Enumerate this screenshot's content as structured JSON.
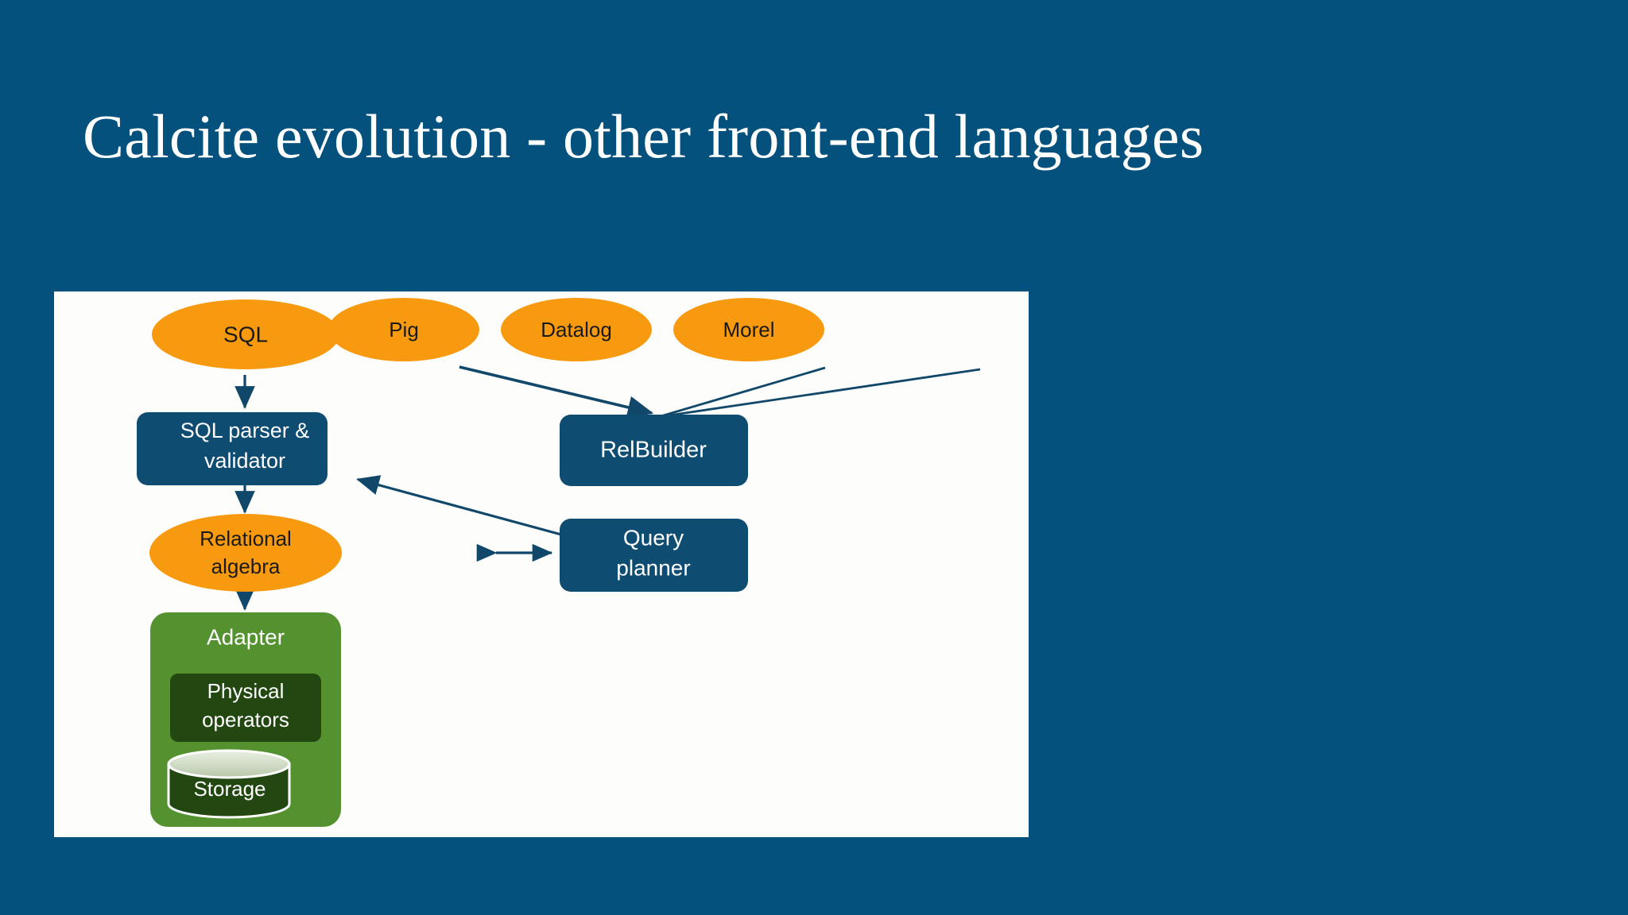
{
  "slide": {
    "title": "Calcite evolution - other front-end languages",
    "background_color": "#04517e",
    "panel_background": "#fdfdfb"
  },
  "colors": {
    "orange": "#f89a10",
    "dark_blue": "#0e4c71",
    "green": "#54912f",
    "dark_green": "#224711",
    "arrow": "#11486a",
    "white": "#ffffff"
  },
  "diagram": {
    "name": "calcite-architecture-diagram",
    "frontend_languages": [
      {
        "id": "sql",
        "label": "SQL",
        "shape": "ellipse",
        "fill": "orange"
      },
      {
        "id": "pig",
        "label": "Pig",
        "shape": "ellipse",
        "fill": "orange"
      },
      {
        "id": "datalog",
        "label": "Datalog",
        "shape": "ellipse",
        "fill": "orange"
      },
      {
        "id": "morel",
        "label": "Morel",
        "shape": "ellipse",
        "fill": "orange"
      }
    ],
    "components": [
      {
        "id": "sql-parser",
        "label_line1": "SQL parser &",
        "label_line2": "validator",
        "shape": "rounded-rect",
        "fill": "dark_blue"
      },
      {
        "id": "relbuilder",
        "label_line1": "RelBuilder",
        "label_line2": "",
        "shape": "rounded-rect",
        "fill": "dark_blue"
      },
      {
        "id": "rel-algebra",
        "label_line1": "Relational",
        "label_line2": "algebra",
        "shape": "ellipse",
        "fill": "orange"
      },
      {
        "id": "query-planner",
        "label_line1": "Query",
        "label_line2": "planner",
        "shape": "rounded-rect",
        "fill": "dark_blue"
      },
      {
        "id": "adapter",
        "label_line1": "Adapter",
        "label_line2": "",
        "shape": "rounded-rect",
        "fill": "green"
      },
      {
        "id": "physical-operators",
        "label_line1": "Physical",
        "label_line2": "operators",
        "shape": "rounded-rect",
        "fill": "dark_green"
      },
      {
        "id": "storage",
        "label_line1": "Storage",
        "label_line2": "",
        "shape": "cylinder",
        "fill": "dark_green"
      }
    ],
    "edges": [
      {
        "from": "sql",
        "to": "sql-parser",
        "type": "arrow"
      },
      {
        "from": "pig",
        "to": "relbuilder",
        "type": "arrow"
      },
      {
        "from": "datalog",
        "to": "relbuilder",
        "type": "arrow"
      },
      {
        "from": "morel",
        "to": "relbuilder",
        "type": "arrow"
      },
      {
        "from": "sql-parser",
        "to": "rel-algebra",
        "type": "arrow"
      },
      {
        "from": "relbuilder",
        "to": "rel-algebra",
        "type": "arrow"
      },
      {
        "from": "rel-algebra",
        "to": "query-planner",
        "type": "double-arrow"
      },
      {
        "from": "rel-algebra",
        "to": "adapter",
        "type": "arrow"
      }
    ]
  }
}
